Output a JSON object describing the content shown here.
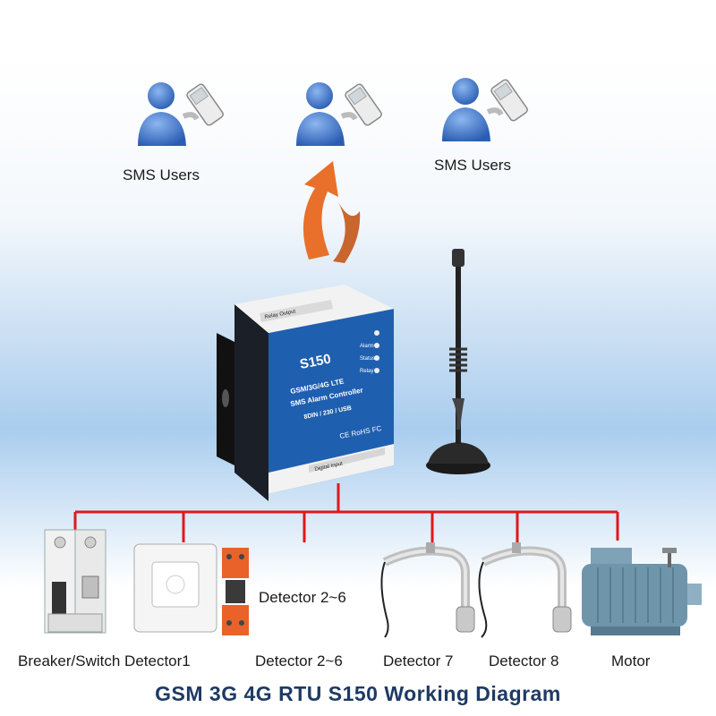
{
  "users": {
    "left_label": "SMS Users",
    "right_label": "SMS Users"
  },
  "device": {
    "model": "S150",
    "line1": "GSM/3G/4G LTE",
    "line2": "SMS Alarm Controller",
    "line3": "8DIN / 230 / USB",
    "certs": "CE RoHS FC",
    "leds": [
      "Alarm",
      "Status",
      "Relay"
    ],
    "port_top": "Relay Output",
    "port_bottom": "Digital Input"
  },
  "detectors": {
    "breaker": "Breaker/Switch Detector1",
    "middle_caption": "Detector 2~6",
    "d26": "Detector 2~6",
    "d7": "Detector 7",
    "d8": "Detector 8",
    "motor": "Motor"
  },
  "title": "GSM 3G 4G RTU S150 Working Diagram",
  "colors": {
    "user_blue": "#3a6fc2",
    "arrow_orange": "#e8702a",
    "wire_red": "#e0171b",
    "device_blue": "#1f5fb0",
    "title_navy": "#1e3a64"
  },
  "icons": [
    "user-with-phone-icon",
    "orange-curved-arrow",
    "antenna-icon",
    "motor-icon",
    "float-switch-icon",
    "breaker-icon"
  ]
}
